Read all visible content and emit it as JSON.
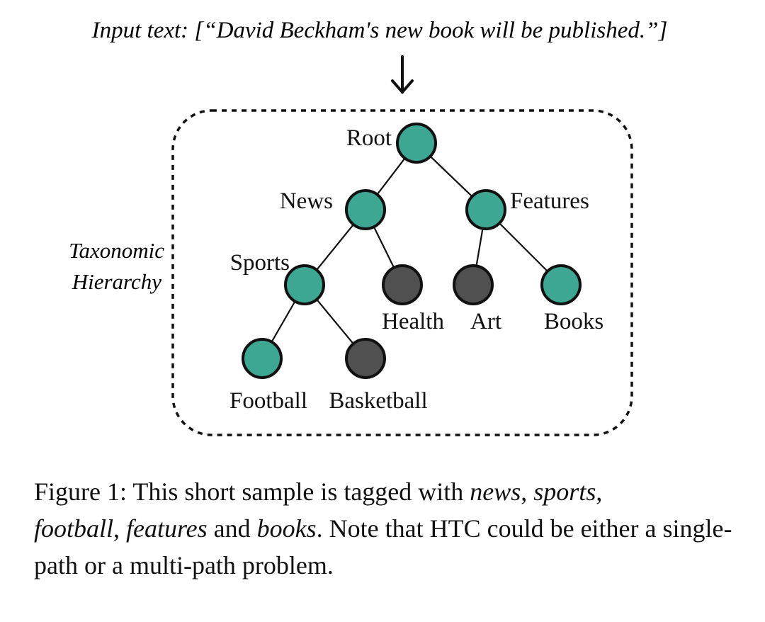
{
  "input_text": "Input text: [“David Beckham's new book will be published.”]",
  "side_label": {
    "line1": "Taxonomic",
    "line2": "Hierarchy"
  },
  "nodes": [
    {
      "id": "root",
      "label": "Root",
      "selected": true
    },
    {
      "id": "news",
      "label": "News",
      "selected": true
    },
    {
      "id": "features",
      "label": "Features",
      "selected": true
    },
    {
      "id": "sports",
      "label": "Sports",
      "selected": true
    },
    {
      "id": "health",
      "label": "Health",
      "selected": false
    },
    {
      "id": "art",
      "label": "Art",
      "selected": false
    },
    {
      "id": "books",
      "label": "Books",
      "selected": true
    },
    {
      "id": "football",
      "label": "Football",
      "selected": true
    },
    {
      "id": "basketball",
      "label": "Basketball",
      "selected": false
    }
  ],
  "edges": [
    [
      "root",
      "news"
    ],
    [
      "root",
      "features"
    ],
    [
      "news",
      "sports"
    ],
    [
      "news",
      "health"
    ],
    [
      "features",
      "art"
    ],
    [
      "features",
      "books"
    ],
    [
      "sports",
      "football"
    ],
    [
      "sports",
      "basketball"
    ]
  ],
  "colors": {
    "selected": "#3da793",
    "unselected": "#505050",
    "stroke": "#111111"
  },
  "caption": {
    "p1": "Figure 1: This short sample is tagged with ",
    "news": "news",
    "c1": ", ",
    "sports": "sports",
    "c2": ",",
    "football": "football",
    "c3": ", ",
    "features": "features",
    "p2": " and ",
    "books": "books",
    "p3": ".  Note that HTC could be either a single-path or a multi-path problem."
  }
}
